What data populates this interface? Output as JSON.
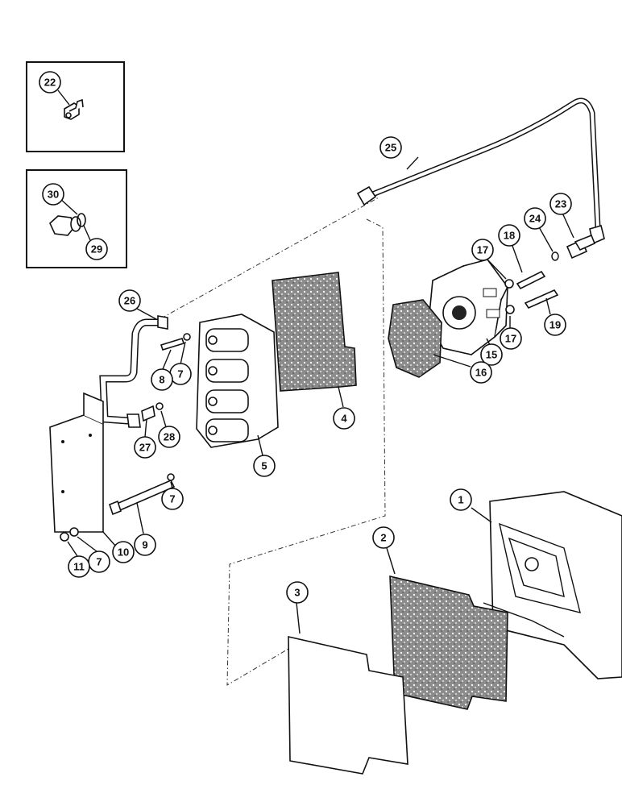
{
  "colors": {
    "ink": "#111111",
    "paper": "#ffffff",
    "gasket": "#9a9a9a"
  },
  "callouts": [
    {
      "id": "c1",
      "label": "1"
    },
    {
      "id": "c2",
      "label": "2"
    },
    {
      "id": "c3",
      "label": "3"
    },
    {
      "id": "c4",
      "label": "4"
    },
    {
      "id": "c5",
      "label": "5"
    },
    {
      "id": "c7a",
      "label": "7"
    },
    {
      "id": "c7b",
      "label": "7"
    },
    {
      "id": "c7c",
      "label": "7"
    },
    {
      "id": "c8",
      "label": "8"
    },
    {
      "id": "c9",
      "label": "9"
    },
    {
      "id": "c10",
      "label": "10"
    },
    {
      "id": "c11",
      "label": "11"
    },
    {
      "id": "c15",
      "label": "15"
    },
    {
      "id": "c16",
      "label": "16"
    },
    {
      "id": "c17a",
      "label": "17"
    },
    {
      "id": "c17b",
      "label": "17"
    },
    {
      "id": "c18",
      "label": "18"
    },
    {
      "id": "c19",
      "label": "19"
    },
    {
      "id": "c22",
      "label": "22"
    },
    {
      "id": "c23",
      "label": "23"
    },
    {
      "id": "c24",
      "label": "24"
    },
    {
      "id": "c25",
      "label": "25"
    },
    {
      "id": "c26",
      "label": "26"
    },
    {
      "id": "c27",
      "label": "27"
    },
    {
      "id": "c28",
      "label": "28"
    },
    {
      "id": "c29",
      "label": "29"
    },
    {
      "id": "c30",
      "label": "30"
    }
  ]
}
